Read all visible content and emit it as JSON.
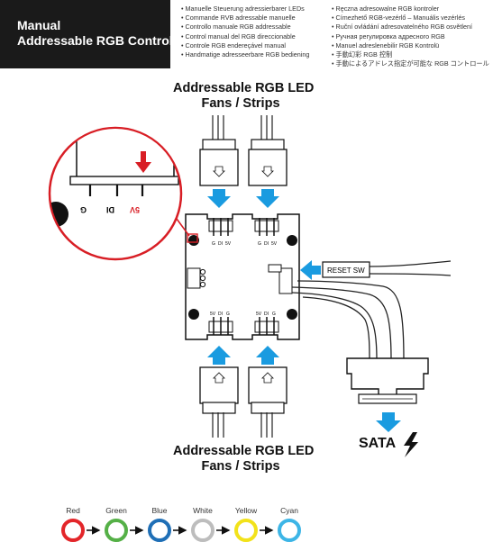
{
  "header": {
    "line1": "Manual",
    "line2": "Addressable RGB Control"
  },
  "translations_col1": [
    "Manuelle Steuerung adressierbarer LEDs",
    "Commande RVB adressable manuelle",
    "Controllo manuale RGB addressable",
    "Control manual del RGB direccionable",
    "Controle RGB endereçável manual",
    "Handmatige adresseerbare RGB bediening"
  ],
  "translations_col2": [
    "Ręczna adresowalne RGB kontroler",
    "Címezhető RGB-vezérlő – Manuális vezérlés",
    "Ruční ovládání adresovatelného RGB osvětlení",
    "Ручная регулировка адресного RGB",
    "Manuel adreslenebilir RGB Kontrolü",
    "手動幻彩 RGB 控制",
    "手動によるアドレス指定が可能な RGB コントロール"
  ],
  "top_heading": [
    "Addressable RGB LED",
    "Fans / Strips"
  ],
  "bottom_heading": [
    "Addressable RGB LED",
    "Fans / Strips"
  ],
  "zoom_pin_labels": [
    "G",
    "DI",
    "5V"
  ],
  "hub_pin_labels_top": [
    "G",
    "DI",
    "5V"
  ],
  "hub_pin_labels_bottom": [
    "5V",
    "DI",
    "G"
  ],
  "reset_label": "RESET SW",
  "sata_label": "SATA",
  "color_cycle": [
    {
      "name": "Red",
      "color": "#e3262a"
    },
    {
      "name": "Green",
      "color": "#55b047"
    },
    {
      "name": "Blue",
      "color": "#1f6fb6"
    },
    {
      "name": "White",
      "color": "#ffffff"
    },
    {
      "name": "Yellow",
      "color": "#f2e21b"
    },
    {
      "name": "Cyan",
      "color": "#3db5e6"
    }
  ],
  "colors": {
    "arrow_blue": "#1a9be0",
    "zoom_red": "#d81e25",
    "header_bg": "#1a1a1a"
  }
}
